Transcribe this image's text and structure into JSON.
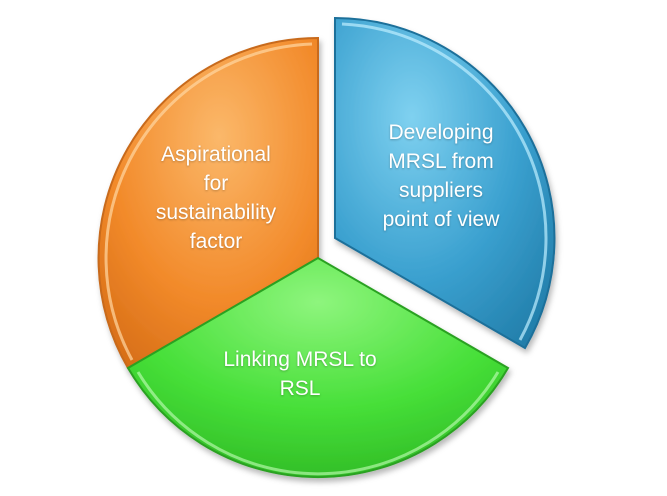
{
  "segments": [
    {
      "id": "blue",
      "label": "Developing MRSL from suppliers point of view",
      "lines": [
        "Developing",
        "MRSL from",
        "suppliers",
        "point of view"
      ],
      "color": "#3aa0cf",
      "light": "#6dc6ea",
      "dark": "#1f6f96"
    },
    {
      "id": "orange",
      "label": "Aspirational for sustainability factor",
      "lines": [
        "Aspirational",
        "for",
        "sustainability",
        "factor"
      ],
      "color": "#f28a2a",
      "light": "#f9b063",
      "dark": "#c35e10"
    },
    {
      "id": "green",
      "label": "Linking MRSL to RSL",
      "lines": [
        "Linking MRSL to",
        "RSL"
      ],
      "color": "#44e03a",
      "light": "#7df06e",
      "dark": "#22a81a"
    }
  ]
}
